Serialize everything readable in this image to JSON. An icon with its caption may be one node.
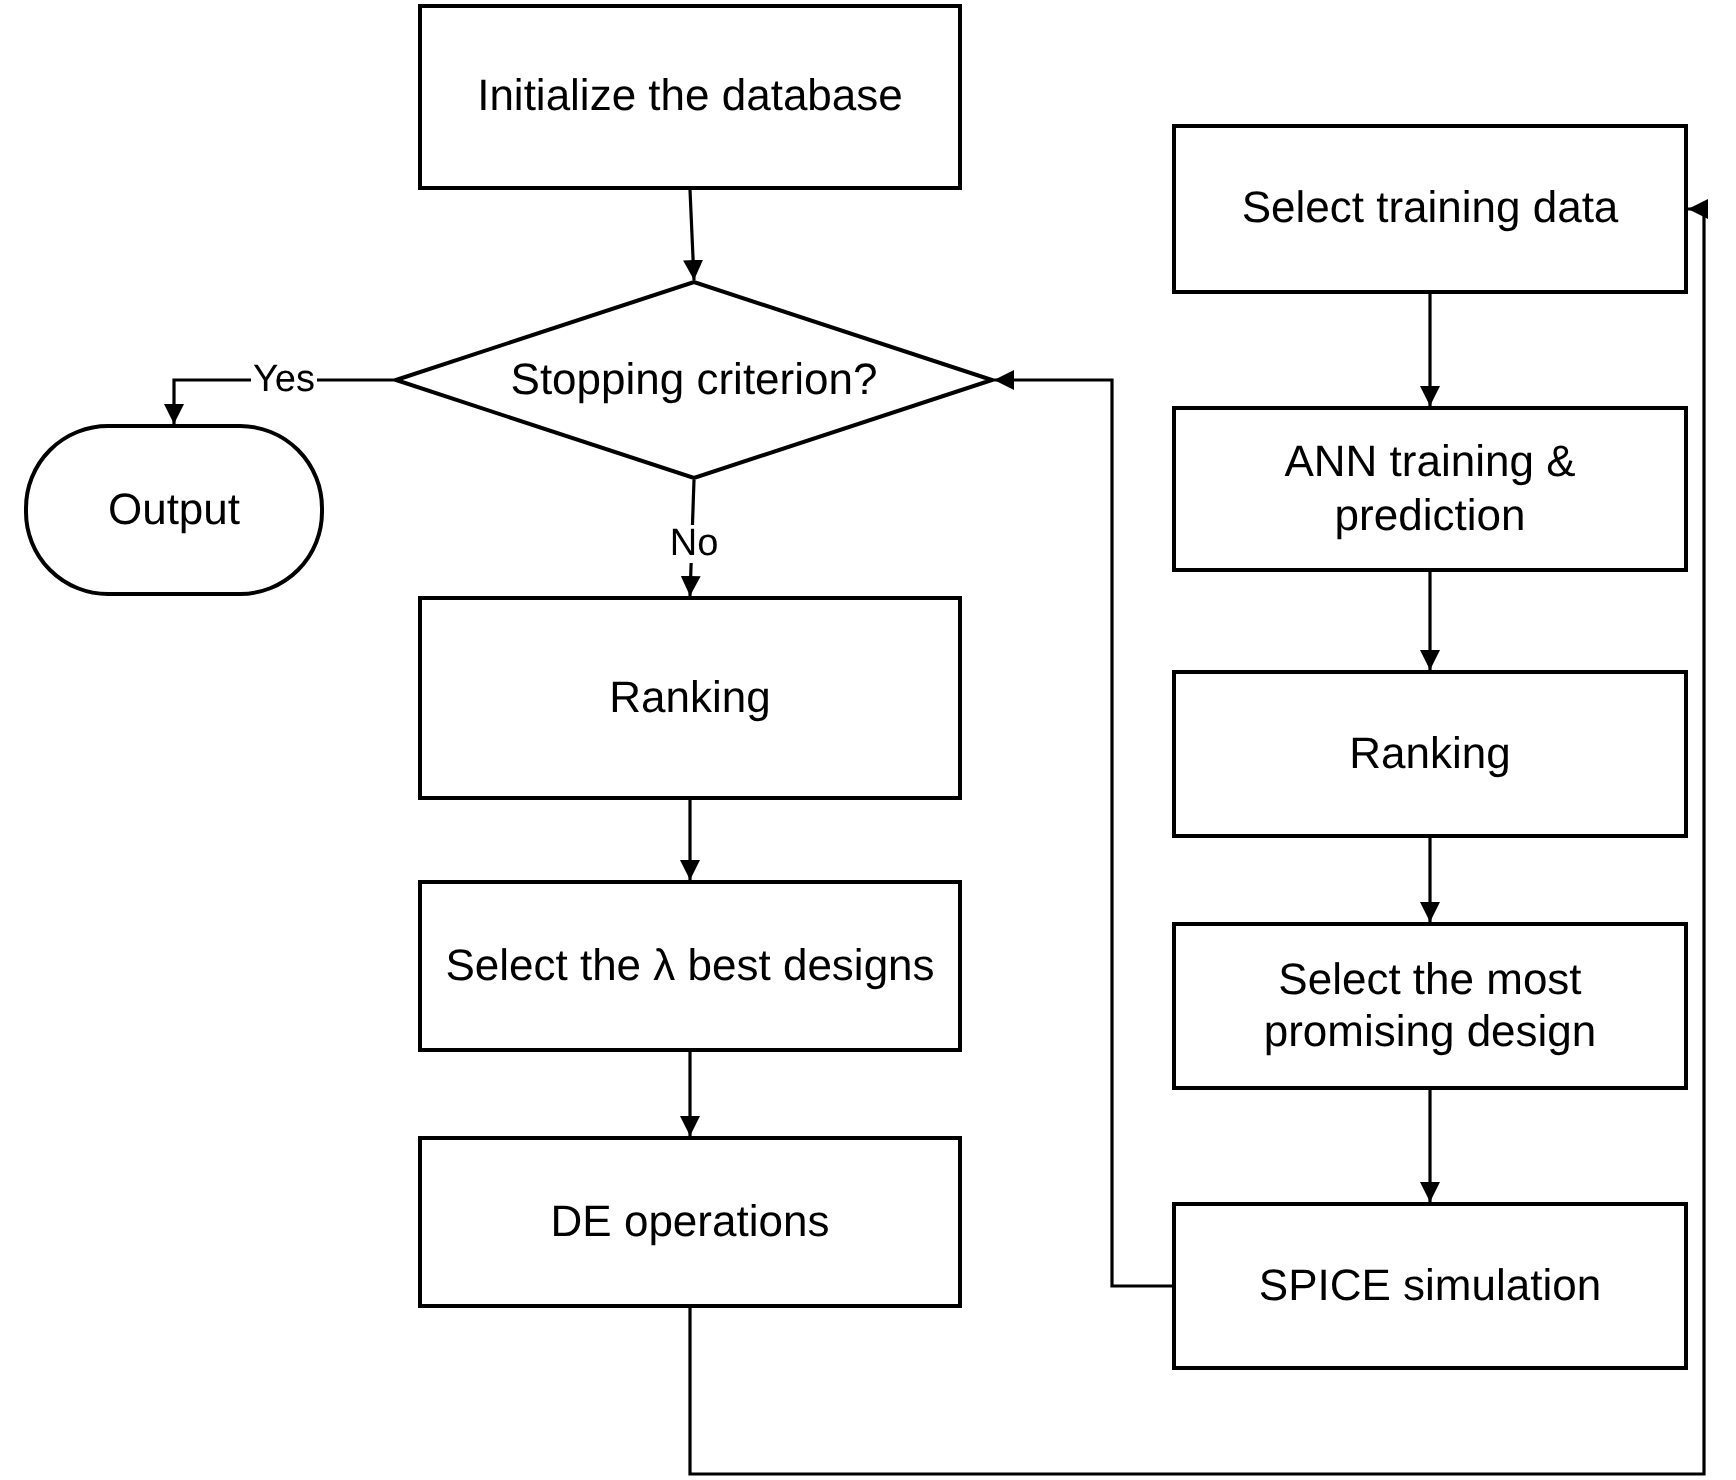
{
  "diagram": {
    "nodes": [
      {
        "text": [
          "Initialize the database"
        ]
      },
      {
        "text": [
          "Stopping criterion?"
        ]
      },
      {
        "text": [
          "Output"
        ]
      },
      {
        "text": [
          "Ranking"
        ]
      },
      {
        "text": [
          "Select the λ best designs"
        ]
      },
      {
        "text": [
          "DE operations"
        ]
      },
      {
        "text": [
          "Select training data"
        ]
      },
      {
        "text": [
          "ANN training & prediction"
        ]
      },
      {
        "text": [
          "Ranking"
        ]
      },
      {
        "text": [
          "Select the most promising design"
        ]
      },
      {
        "text": [
          "SPICE simulation"
        ]
      }
    ],
    "edges": [
      {
        "from": 0,
        "to": 1,
        "arrow": "to"
      },
      {
        "from": 1,
        "to": 2,
        "arrow": "to",
        "label": "Yes"
      },
      {
        "from": 1,
        "to": 3,
        "arrow": "to",
        "label": "No"
      },
      {
        "from": 3,
        "to": 4,
        "arrow": "to"
      },
      {
        "from": 4,
        "to": 5,
        "arrow": "to"
      },
      {
        "from": 5,
        "to": 6,
        "arrow": "to"
      },
      {
        "from": 6,
        "to": 7,
        "arrow": "to"
      },
      {
        "from": 7,
        "to": 8,
        "arrow": "to"
      },
      {
        "from": 8,
        "to": 9,
        "arrow": "to"
      },
      {
        "from": 9,
        "to": 10,
        "arrow": "to"
      },
      {
        "from": 10,
        "to": 1,
        "arrow": "to"
      }
    ]
  }
}
